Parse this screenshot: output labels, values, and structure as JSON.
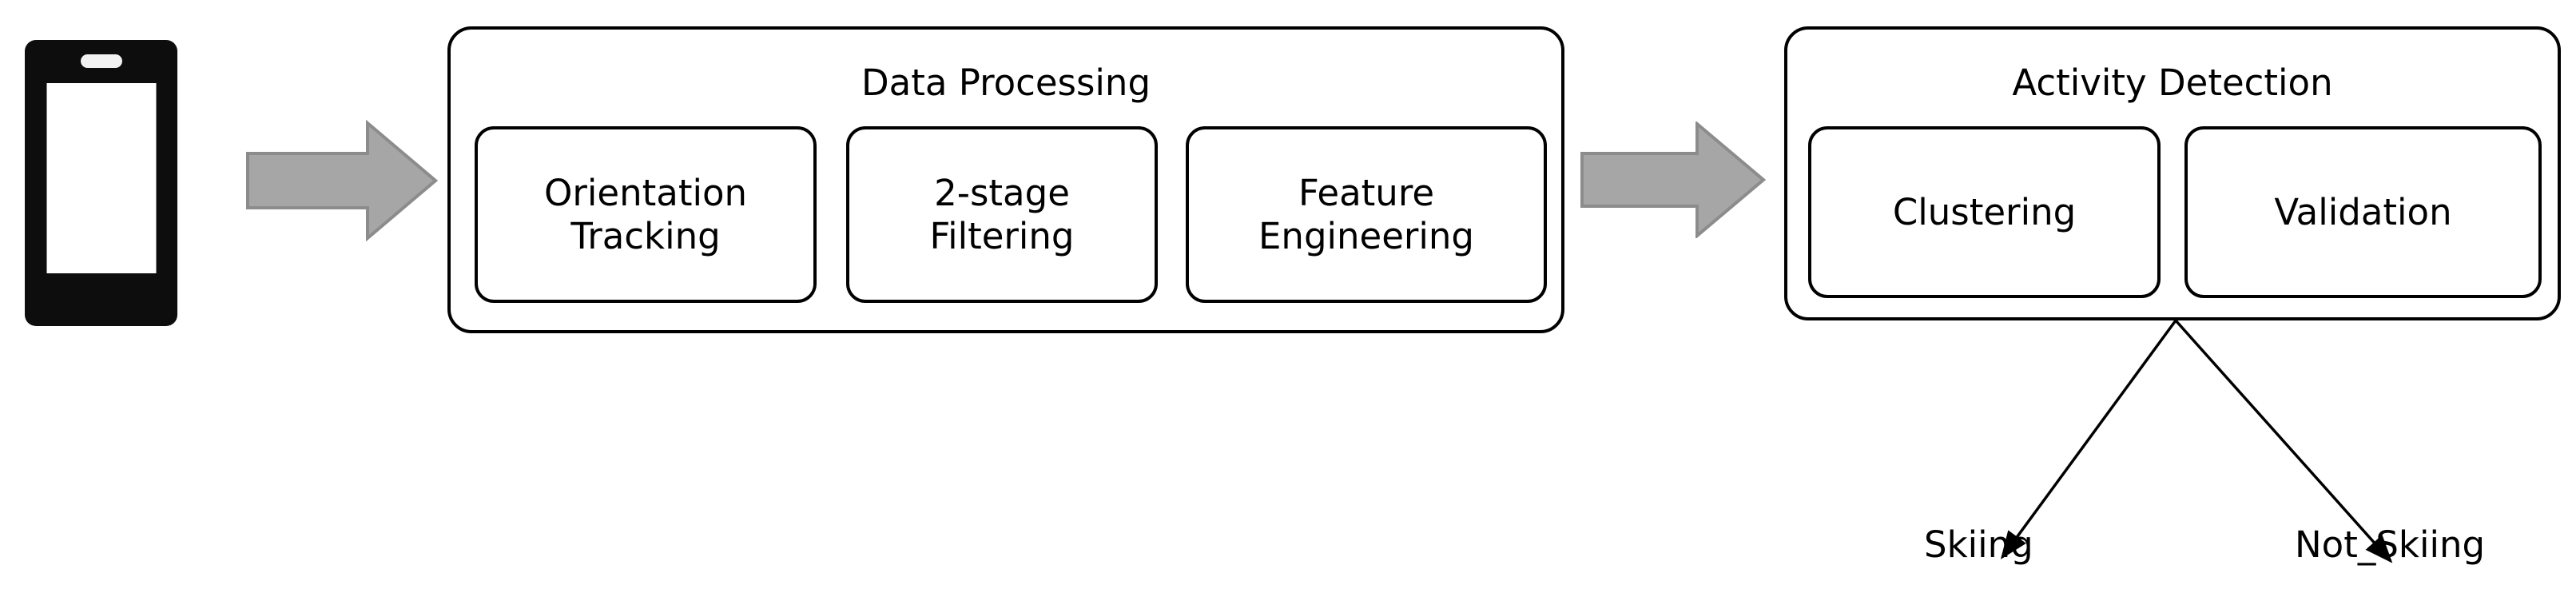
{
  "diagram": {
    "type": "pipeline-flowchart",
    "background_color": "#ffffff",
    "stroke_color": "#000000",
    "arrow_fill_color": "#a6a6a6",
    "arrow_stroke_color": "#808080",
    "source": {
      "icon": "smartphone-icon",
      "label": ""
    },
    "stages": [
      {
        "title": "Data Processing",
        "blocks": [
          {
            "label_line1": "Orientation",
            "label_line2": "Tracking"
          },
          {
            "label_line1": "2-stage",
            "label_line2": "Filtering"
          },
          {
            "label_line1": "Feature",
            "label_line2": "Engineering"
          }
        ]
      },
      {
        "title": "Activity Detection",
        "blocks": [
          {
            "label_line1": "Clustering",
            "label_line2": ""
          },
          {
            "label_line1": "Validation",
            "label_line2": ""
          }
        ]
      }
    ],
    "flow_arrows": [
      {
        "name": "phone-to-data-processing"
      },
      {
        "name": "data-processing-to-activity-detection"
      }
    ],
    "outcomes": [
      {
        "label": "Skiing"
      },
      {
        "label": "Not_Skiing"
      }
    ]
  }
}
